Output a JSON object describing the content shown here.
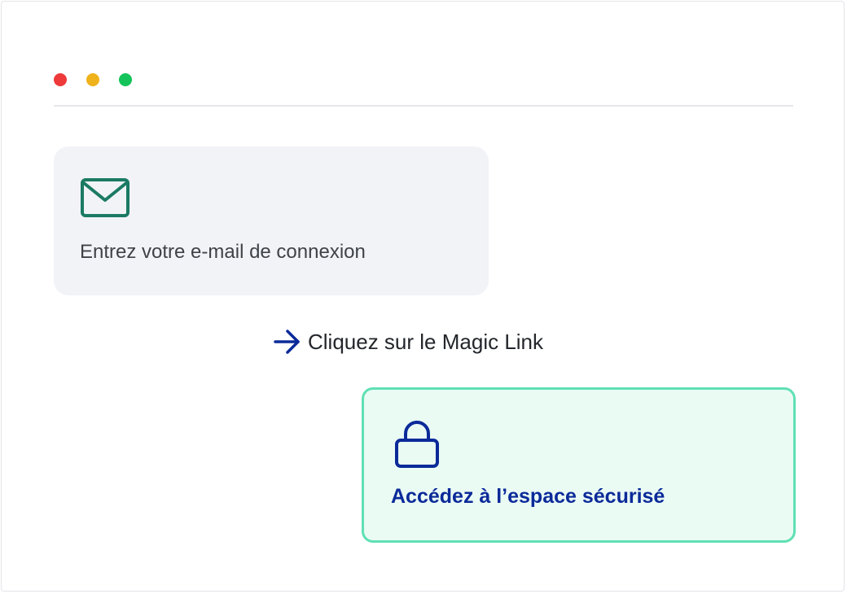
{
  "window": {
    "controls": [
      {
        "name": "close",
        "color": "#ee3a3a"
      },
      {
        "name": "minimize",
        "color": "#efb21a"
      },
      {
        "name": "maximize",
        "color": "#14c45a"
      }
    ]
  },
  "email_card": {
    "icon": "mail-icon",
    "icon_color": "#1b7a63",
    "label": "Entrez votre e-mail de connexion"
  },
  "step": {
    "icon": "arrow-right-icon",
    "icon_color": "#0b2a99",
    "label": "Cliquez sur le Magic Link"
  },
  "secure_card": {
    "icon": "lock-icon",
    "icon_color": "#0b2a99",
    "label": "Accédez à l’espace sécurisé",
    "border_color": "#5fe0b4",
    "background_color": "#eafbf4"
  }
}
